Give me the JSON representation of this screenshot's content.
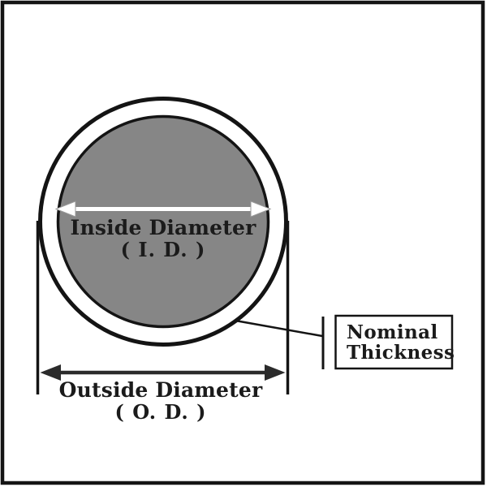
{
  "labels": {
    "inside_diameter": "Inside Diameter",
    "inside_diameter_abbrev": "( I. D. )",
    "outside_diameter": "Outside Diameter",
    "outside_diameter_abbrev": "( O. D. )",
    "nominal_thickness_line1": "Nominal",
    "nominal_thickness_line2": "Thickness"
  },
  "colors": {
    "background": "#ffffff",
    "bore_fill": "#868686",
    "outline": "#141414",
    "dimension_arrow": "#2b2b2b",
    "id_arrow": "#ffffff",
    "text": "#1b1b1b"
  }
}
